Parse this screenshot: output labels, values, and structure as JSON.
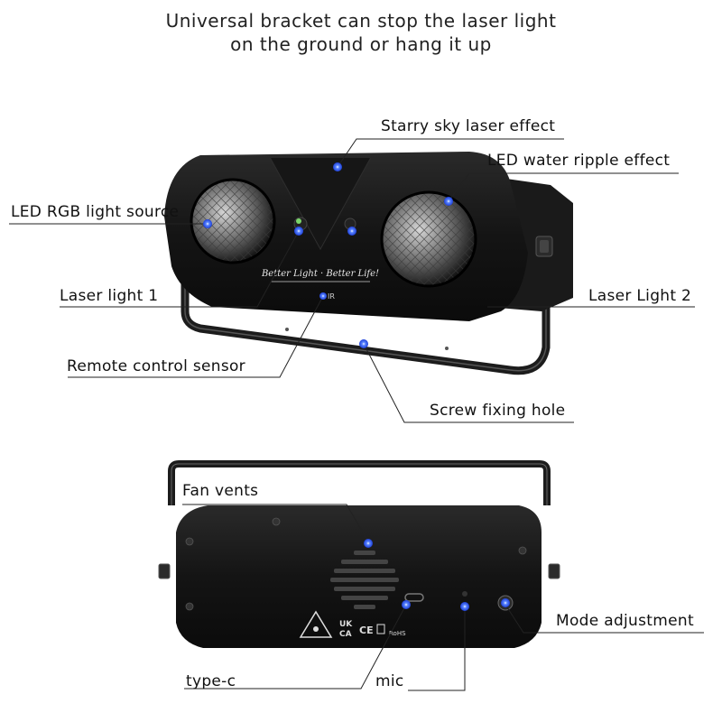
{
  "caption": {
    "line1": "Universal bracket can stop the laser light",
    "line2": "on the ground or hang it up"
  },
  "front_labels": {
    "starry": "Starry sky laser effect",
    "water": "LED water ripple effect",
    "rgb": "LED RGB light source",
    "laser1": "Laser light 1",
    "laser2": "Laser Light 2",
    "remote": "Remote control sensor",
    "screw": "Screw fixing hole"
  },
  "back_labels": {
    "fan": "Fan vents",
    "mode": "Mode adjustment",
    "typec": "type-c",
    "mic": "mic"
  },
  "device_marks": {
    "slogan": "Better Light · Better Life!",
    "ir": "IR",
    "cert_uk": "UK",
    "cert_ca": "CA",
    "cert_ce": "CE",
    "cert_rohs": "RoHS"
  },
  "colors": {
    "callout_dot": "#2a5cff",
    "device_body": "#121212",
    "bracket": "#1c1c1c"
  }
}
